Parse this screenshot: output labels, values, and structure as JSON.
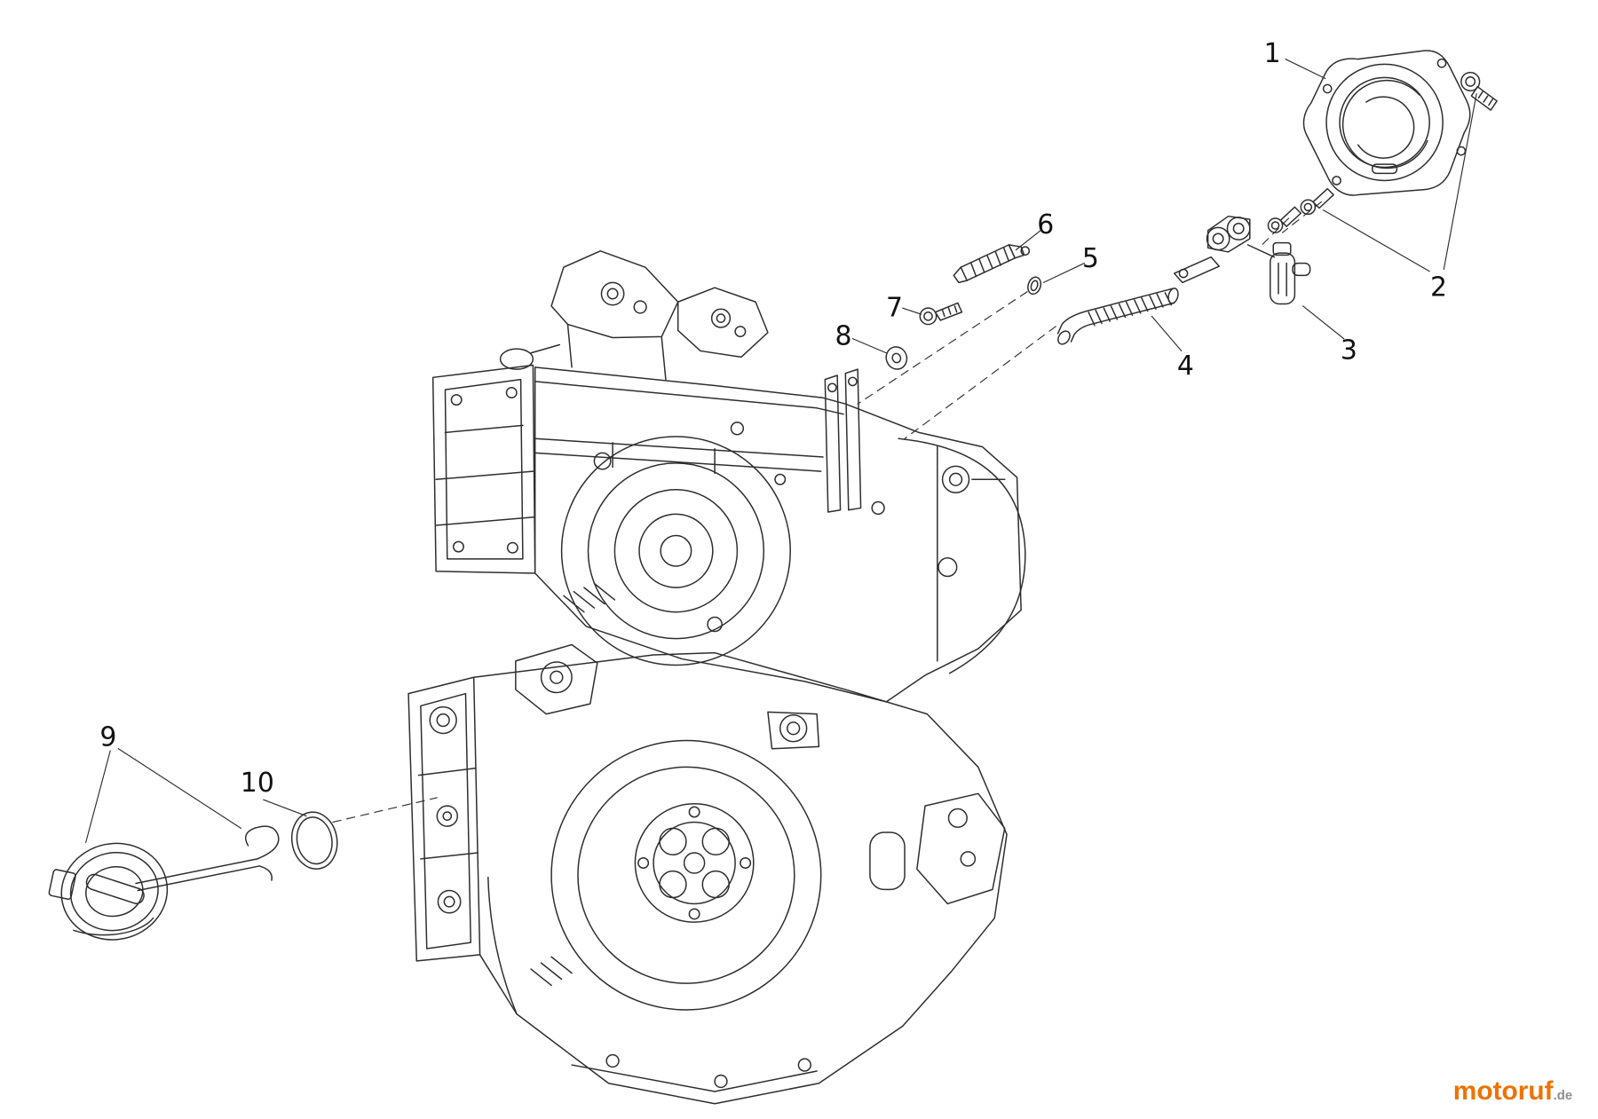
{
  "diagram": {
    "line_color": "#2e2e2e",
    "background_color": "#ffffff"
  },
  "callouts": [
    {
      "label": "1"
    },
    {
      "label": "2"
    },
    {
      "label": "3"
    },
    {
      "label": "4"
    },
    {
      "label": "5"
    },
    {
      "label": "6"
    },
    {
      "label": "7"
    },
    {
      "label": "8"
    },
    {
      "label": "9"
    },
    {
      "label": "10"
    }
  ],
  "watermark": {
    "brand": "motoruf",
    "suffix": ".de",
    "brand_color": "#ee7203",
    "suffix_color": "#8d8d8d"
  }
}
